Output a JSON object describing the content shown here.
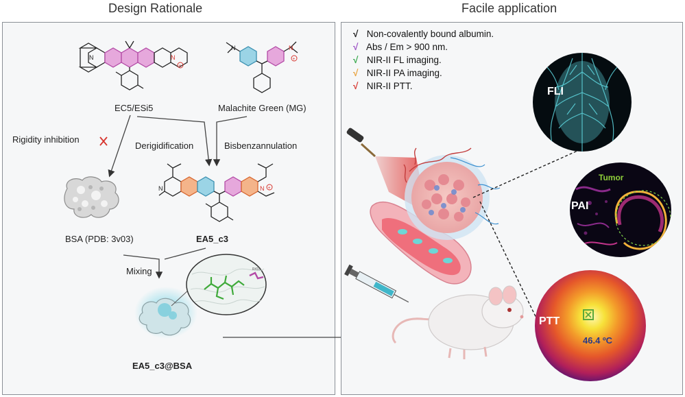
{
  "left_panel": {
    "title": "Design Rationale",
    "dyes": {
      "ec5": "EC5/ESi5",
      "mg": "Malachite Green (MG)"
    },
    "steps": {
      "rigidity": "Rigidity inhibition",
      "derigid": "Derigidification",
      "bisbenz": "Bisbenzannulation",
      "mixing": "Mixing"
    },
    "products": {
      "bsa": "BSA (PDB: 3v03)",
      "ea5": "EA5_c3",
      "complex": "EA5_c3@BSA"
    }
  },
  "right_panel": {
    "title": "Facile application",
    "features": [
      {
        "mark": "√",
        "text": "Non-covalently bound albumin.",
        "color": "#111111"
      },
      {
        "mark": "√",
        "text": "Abs / Em > 900 nm.",
        "color": "#9b4fc4"
      },
      {
        "mark": "√",
        "text": "NIR-II FL imaging.",
        "color": "#35a84a"
      },
      {
        "mark": "√",
        "text": "NIR-II PA imaging.",
        "color": "#e8a13a"
      },
      {
        "mark": "√",
        "text": "NIR-II PTT.",
        "color": "#d7352e"
      }
    ],
    "insets": {
      "fli": "FLI",
      "pai": "PAI",
      "tumor": "Tumor",
      "ptt": "PTT",
      "temp": "46.4 ºC"
    }
  },
  "colors": {
    "magenta": "#c45ab8",
    "teal": "#3fb6c9",
    "orange": "#e8783a",
    "tumor": "#8fcf3a"
  }
}
